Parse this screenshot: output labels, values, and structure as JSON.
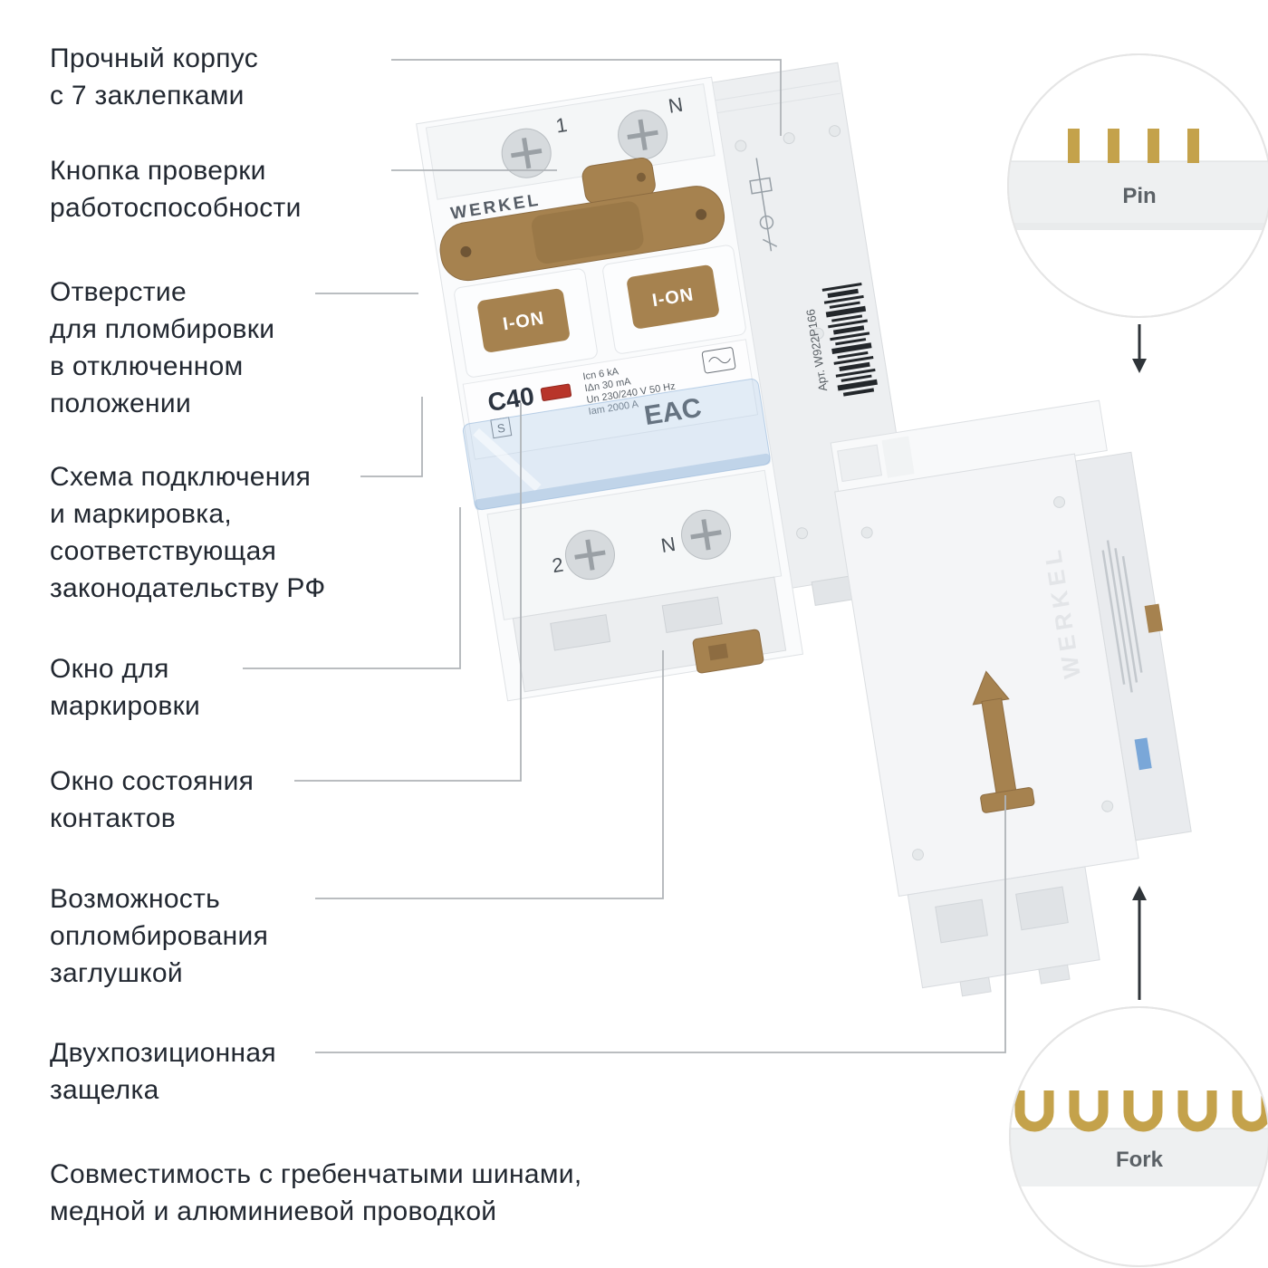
{
  "labels": [
    {
      "text": "Прочный корпус\nс 7 заклепками"
    },
    {
      "text": "Кнопка проверки\nработоспособности"
    },
    {
      "text": "Отверстие\nдля пломбировки\nв отключенном\nположении"
    },
    {
      "text": "Схема подключения\nи маркировка,\nсоответствующая\nзаконодательству РФ"
    },
    {
      "text": "Окно для\nмаркировки"
    },
    {
      "text": "Окно состояния\nконтактов"
    },
    {
      "text": "Возможность\nопломбирования\nзаглушкой"
    },
    {
      "text": "Двухпозиционная\nзащелка"
    },
    {
      "text": "Совместимость с гребенчатыми шинами,\nмедной и алюминиевой проводкой"
    }
  ],
  "device": {
    "brand": "WERKEL",
    "rating": "C40",
    "s_mark": "S",
    "pole_marking": "I-ON",
    "specs": {
      "line1": "Icn 6 kA",
      "line2": "IΔn 30 mA",
      "line3": "Un 230/240 V 50 Hz",
      "line4": "Iam 2000 A"
    },
    "terminals": {
      "top_left": "1",
      "top_right": "N",
      "bottom_left": "2",
      "bottom_right": "N"
    },
    "cert": "EAC",
    "article": "Арт. W922P166"
  },
  "callouts": {
    "pin": "Pin",
    "fork": "Fork"
  },
  "colors": {
    "accent_brown": "#a6824f",
    "label_text": "#222831",
    "leader_line": "#b0b4b8",
    "gold": "#c4a24b",
    "window_blue": "#aecbe8",
    "indicator_red": "#b8352a"
  }
}
